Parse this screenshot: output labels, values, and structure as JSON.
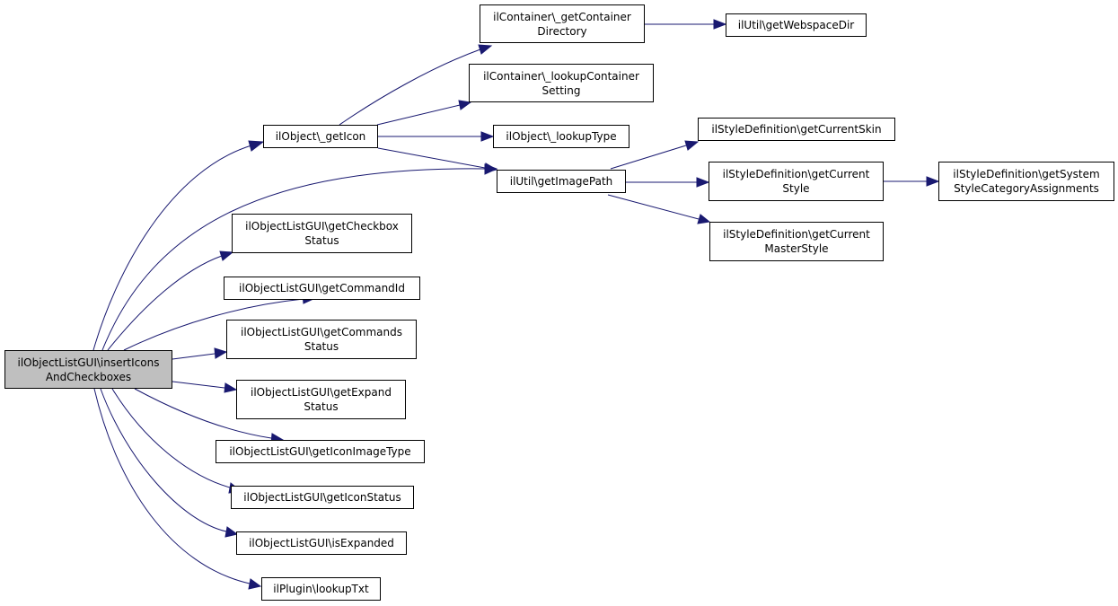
{
  "colors": {
    "edge": "#191970",
    "root_fill": "#bfbfbf",
    "node_fill": "#ffffff",
    "border": "#000000"
  },
  "nodes": {
    "root": "ilObjectListGUI\\insertIcons\nAndCheckboxes",
    "container_get_dir": "ilContainer\\_getContainer\nDirectory",
    "util_webspace": "ilUtil\\getWebspaceDir",
    "container_lookup": "ilContainer\\_lookupContainer\nSetting",
    "object_get_icon": "ilObject\\_getIcon",
    "object_lookup_type": "ilObject\\_lookupType",
    "style_current_skin": "ilStyleDefinition\\getCurrentSkin",
    "util_image_path": "ilUtil\\getImagePath",
    "style_current_style": "ilStyleDefinition\\getCurrent\nStyle",
    "style_system_category": "ilStyleDefinition\\getSystem\nStyleCategoryAssignments",
    "style_current_master": "ilStyleDefinition\\getCurrent\nMasterStyle",
    "list_checkbox_status": "ilObjectListGUI\\getCheckbox\nStatus",
    "list_command_id": "ilObjectListGUI\\getCommandId",
    "list_commands_status": "ilObjectListGUI\\getCommands\nStatus",
    "list_expand_status": "ilObjectListGUI\\getExpand\nStatus",
    "list_icon_image_type": "ilObjectListGUI\\getIconImageType",
    "list_icon_status": "ilObjectListGUI\\getIconStatus",
    "list_is_expanded": "ilObjectListGUI\\isExpanded",
    "plugin_lookup_txt": "ilPlugin\\lookupTxt"
  }
}
